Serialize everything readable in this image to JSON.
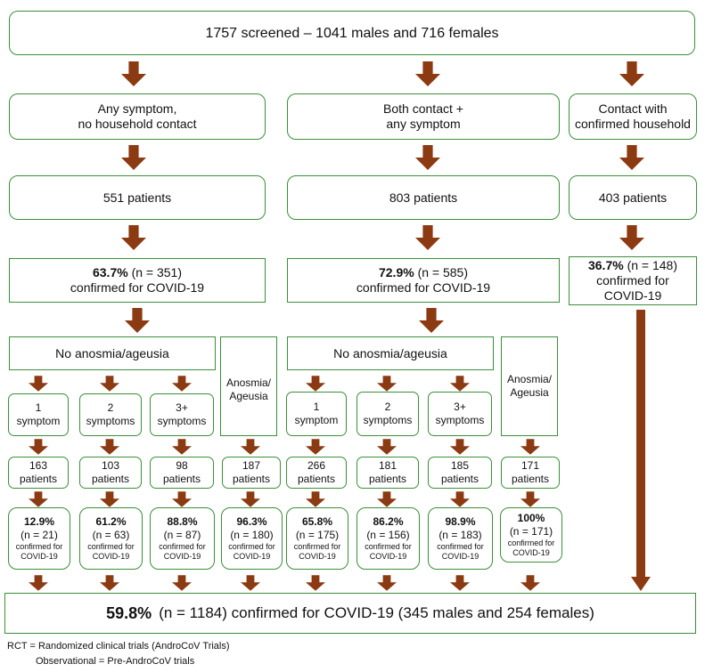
{
  "top": "1757 screened – 1041 males and 716 females",
  "branches": {
    "left": {
      "label_line1": "Any symptom,",
      "label_line2": "no household contact",
      "patients": "551 patients",
      "pct": "63.7%",
      "n": "(n = 351)",
      "confirmed": "confirmed for COVID-19"
    },
    "middle": {
      "label_line1": "Both contact +",
      "label_line2": "any symptom",
      "patients": "803 patients",
      "pct": "72.9%",
      "n": "(n = 585)",
      "confirmed": "confirmed for COVID-19"
    },
    "right": {
      "label_line1": "Contact with",
      "label_line2": "confirmed household",
      "patients": "403 patients",
      "pct": "36.7%",
      "n": "(n = 148)",
      "confirmed_line1": "confirmed for",
      "confirmed_line2": "COVID-19"
    }
  },
  "no_anosmia": "No anosmia/ageusia",
  "anosmia_line1": "Anosmia/",
  "anosmia_line2": "Ageusia",
  "conf_line1": "confirmed for",
  "conf_line2": "COVID-19",
  "groups": [
    {
      "s1": "1",
      "s2": "symptom",
      "p1": "163",
      "pct": "12.9%",
      "n": "(n = 21)"
    },
    {
      "s1": "2",
      "s2": "symptoms",
      "p1": "103",
      "pct": "61.2%",
      "n": "(n = 63)"
    },
    {
      "s1": "3+",
      "s2": "symptoms",
      "p1": "98",
      "pct": "88.8%",
      "n": "(n = 87)"
    },
    {
      "p1": "187",
      "pct": "96.3%",
      "n": "(n = 180)"
    },
    {
      "s1": "1",
      "s2": "symptom",
      "p1": "266",
      "pct": "65.8%",
      "n": "(n = 175)"
    },
    {
      "s1": "2",
      "s2": "symptoms",
      "p1": "181",
      "pct": "86.2%",
      "n": "(n = 156)"
    },
    {
      "s1": "3+",
      "s2": "symptoms",
      "p1": "185",
      "pct": "98.9%",
      "n": "(n = 183)"
    },
    {
      "p1": "171",
      "pct": "100%",
      "n": "(n = 171)"
    }
  ],
  "patients_word": "patients",
  "final": {
    "pct": "59.8%",
    "rest": "(n = 1184) confirmed for COVID-19 (345 males and 254 females)"
  },
  "legend": {
    "line1": "RCT  = Randomized clinical trials (AndroCoV Trials)",
    "line2": "Observational = Pre-AndroCoV trials"
  }
}
